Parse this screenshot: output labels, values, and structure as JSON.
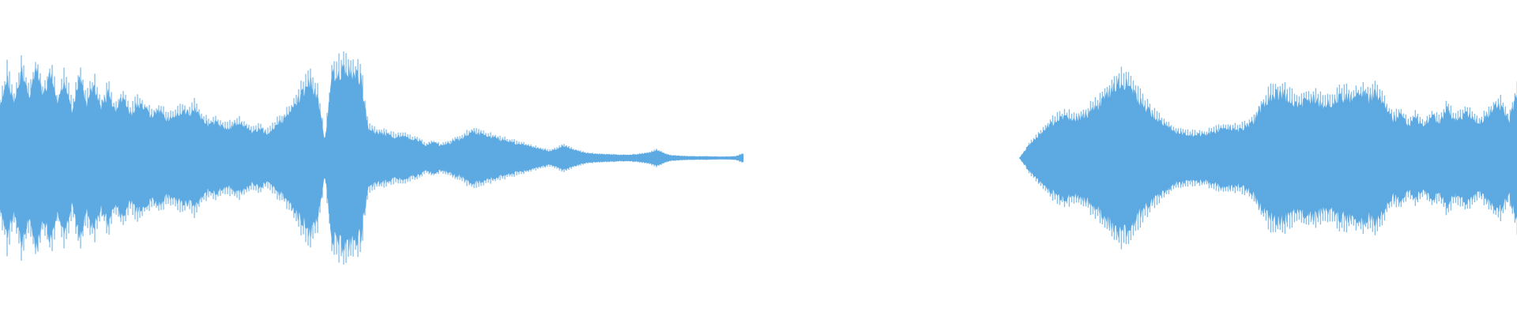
{
  "waveform": {
    "color": "#5DA9E2",
    "background": "#FFFFFF",
    "segments": [
      {
        "name": "segment-1",
        "start_fraction": 0.0,
        "end_fraction": 0.49,
        "envelope": [
          0.55,
          0.92,
          0.6,
          0.98,
          0.72,
          1.0,
          0.7,
          0.95,
          0.6,
          0.88,
          0.55,
          0.9,
          0.62,
          0.82,
          0.58,
          0.74,
          0.52,
          0.7,
          0.5,
          0.6,
          0.55,
          0.48,
          0.52,
          0.46,
          0.45,
          0.52,
          0.5,
          0.56,
          0.45,
          0.38,
          0.4,
          0.34,
          0.36,
          0.4,
          0.35,
          0.3,
          0.33,
          0.28,
          0.36,
          0.42,
          0.5,
          0.62,
          0.76,
          0.86,
          0.7,
          0.2,
          0.92,
          0.98,
          1.0,
          0.96,
          0.9,
          0.35,
          0.3,
          0.28,
          0.26,
          0.24,
          0.26,
          0.22,
          0.2,
          0.14,
          0.18,
          0.14,
          0.16,
          0.2,
          0.22,
          0.28,
          0.3,
          0.26,
          0.24,
          0.22,
          0.2,
          0.18,
          0.16,
          0.14,
          0.12,
          0.1,
          0.08,
          0.1,
          0.14,
          0.11,
          0.08,
          0.06,
          0.05,
          0.045,
          0.04,
          0.04,
          0.035,
          0.035,
          0.04,
          0.05,
          0.06,
          0.09,
          0.05,
          0.03,
          0.025,
          0.022,
          0.02,
          0.02,
          0.02,
          0.018,
          0.016,
          0.018,
          0.022,
          0.05
        ]
      },
      {
        "name": "segment-2",
        "start_fraction": 0.672,
        "end_fraction": 1.0,
        "envelope": [
          0.0,
          0.12,
          0.22,
          0.3,
          0.38,
          0.44,
          0.46,
          0.44,
          0.46,
          0.52,
          0.58,
          0.68,
          0.78,
          0.86,
          0.82,
          0.7,
          0.6,
          0.5,
          0.42,
          0.36,
          0.3,
          0.28,
          0.27,
          0.26,
          0.27,
          0.3,
          0.33,
          0.34,
          0.32,
          0.35,
          0.4,
          0.56,
          0.68,
          0.74,
          0.72,
          0.66,
          0.62,
          0.64,
          0.66,
          0.6,
          0.62,
          0.68,
          0.7,
          0.66,
          0.72,
          0.68,
          0.74,
          0.6,
          0.44,
          0.5,
          0.38,
          0.46,
          0.36,
          0.48,
          0.4,
          0.56,
          0.42,
          0.48,
          0.5,
          0.4,
          0.46,
          0.58,
          0.6,
          0.42,
          0.78
        ]
      }
    ]
  }
}
